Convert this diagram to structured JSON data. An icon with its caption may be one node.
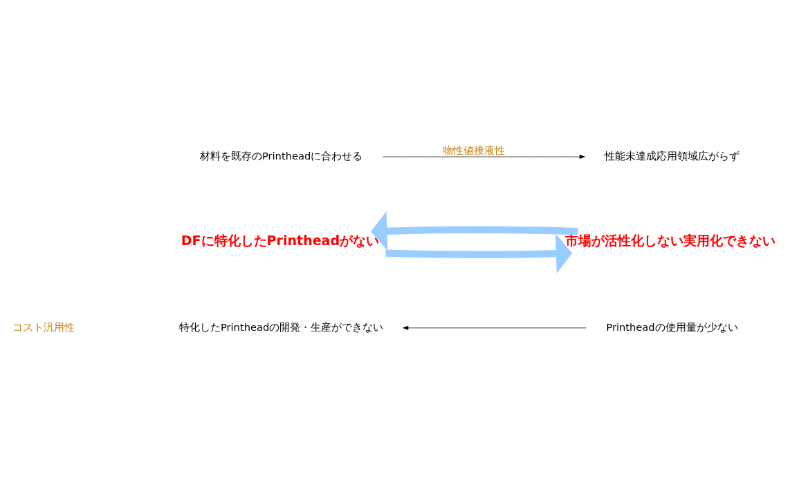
{
  "diagram": {
    "nodes": [
      {
        "text": [
          "DFに特化したPrintheadがない"
        ]
      },
      {
        "text": [
          "市場が活性化しない実用化できない"
        ]
      },
      {
        "text": [
          "材料を既存のPrintheadに合わせる"
        ]
      },
      {
        "text": [
          "性能未達成応用領域広がらず"
        ]
      },
      {
        "text": [
          "Printheadの使用量が少ない"
        ]
      },
      {
        "text": [
          "特化したPrintheadの開発・生産ができない"
        ]
      }
    ],
    "edges": [
      {
        "from": 0,
        "to": 1,
        "arrow": "to",
        "style": "thick",
        "color": "#99ccff"
      },
      {
        "from": 1,
        "to": 0,
        "arrow": "to",
        "style": "thick",
        "color": "#99ccff"
      },
      {
        "from": 2,
        "to": 3,
        "arrow": "to",
        "label": "物性値接液性",
        "color": "#000000"
      },
      {
        "from": 4,
        "to": 5,
        "arrow": "to",
        "color": "#000000"
      }
    ],
    "labels": [
      "コスト汎用性"
    ]
  }
}
